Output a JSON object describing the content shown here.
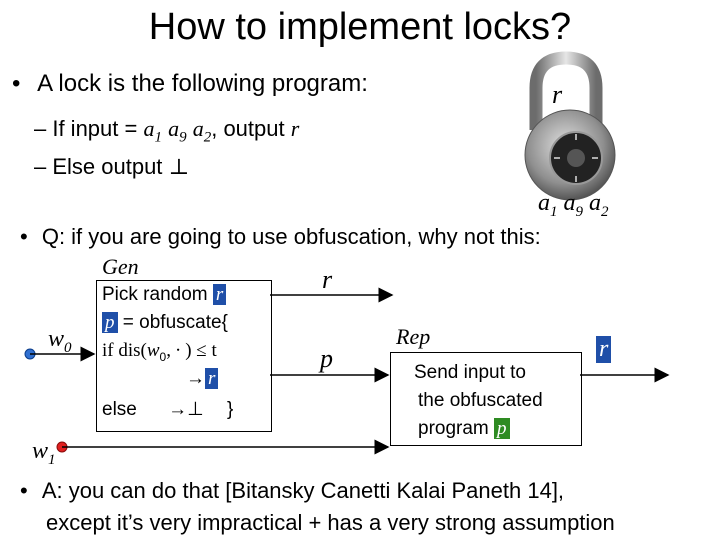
{
  "slide": {
    "title": "How to implement locks?",
    "bullet1": "A lock is the following program:",
    "sub1_prefix": "– If input = ",
    "sub1_a1": "a",
    "sub1_a1_sub": "1",
    "sub1_a9": "a",
    "sub1_a9_sub": "9",
    "sub1_a2": "a",
    "sub1_a2_sub": "2",
    "sub1_suffix": ", output ",
    "sub1_r": "r",
    "sub2_prefix": "– Else output ",
    "sub2_bot": "⊥",
    "lock_label": "r",
    "combo_a1": "a",
    "combo_sub1": "1",
    "combo_a9": "a",
    "combo_sub9": "9",
    "combo_a2": "a",
    "combo_sub2": "2",
    "bullet2": "Q: if you are going to use obfuscation, why not this:",
    "gen_label": "Gen",
    "gen_line1": "Pick random ",
    "gen_line1_r": "r",
    "gen_line2_p": "p",
    "gen_line2": " = obfuscate{",
    "gen_line3_if": "if dis(",
    "gen_line3_w": "w",
    "gen_line3_wsub": "0",
    "gen_line3_rest": ", ∙ ) ≤ t",
    "gen_line4_arrow": "→",
    "gen_line4_r": "r",
    "gen_line5_else": "else",
    "gen_line5_out": "→⊥",
    "gen_line5_close": "}",
    "w0": "w",
    "w0_sub": "0",
    "w1": "w",
    "w1_sub": "1",
    "out_r": "r",
    "out_p": "p",
    "rep_label": "Rep",
    "rep_line1": "Send input to",
    "rep_line2": "the obfuscated",
    "rep_line3": "program ",
    "rep_line3_p": "p",
    "rep_out_r": "r",
    "bullet3_line1": "A: you can do that [Bitansky Canetti Kalai Paneth 14],",
    "bullet3_line2": "except it’s very impractical + has a very strong assumption"
  }
}
